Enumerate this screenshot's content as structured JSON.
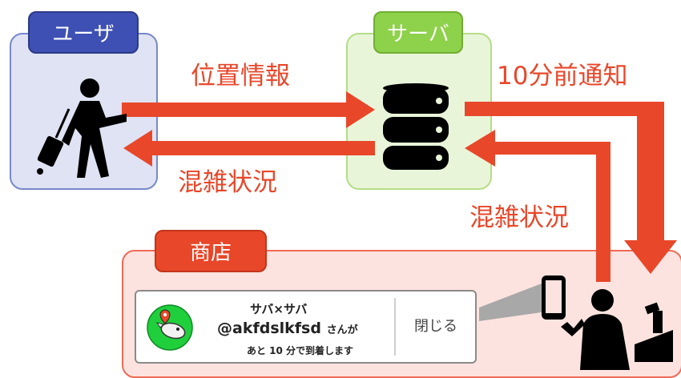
{
  "boxes": {
    "user": {
      "label": "ユーザ"
    },
    "server": {
      "label": "サーバ"
    },
    "shop": {
      "label": "商店"
    }
  },
  "flows": {
    "location": "位置情報",
    "notice_10min": "10分前通知",
    "congestion_to_user": "混雑状況",
    "congestion_to_server": "混雑状況"
  },
  "notification": {
    "app_name": "サバ×サバ",
    "handle": "@akfdslkfsd",
    "handle_suffix": "さんが",
    "eta_text": "あと 10 分で到着します",
    "close_label": "閉じる"
  },
  "colors": {
    "arrow": "#e8472a",
    "user_tag": "#3e50b4",
    "server_tag": "#8ed14a",
    "shop_tag": "#e8472a",
    "label_text": "#e8472a"
  },
  "icons": [
    "traveler-with-suitcase-icon",
    "database-icon",
    "shopkeeper-with-phone-icon",
    "cash-register-icon",
    "app-avatar-icon"
  ]
}
